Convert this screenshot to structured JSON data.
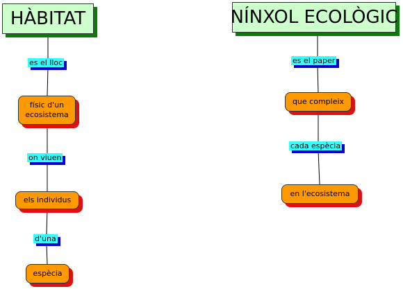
{
  "colors": {
    "concept_fill": "#ccffcc",
    "concept_shadow": "#0a7a0a",
    "node_fill": "#ff9900",
    "node_shadow": "#dd1111",
    "link_fill": "#33ffff",
    "link_shadow": "#0000cc",
    "connector": "#000000"
  },
  "maps": {
    "habitat": {
      "title": "HÀBITAT",
      "links": [
        "es el lloc",
        "on viuen",
        "d'una"
      ],
      "nodes": [
        "físic d'un ecosistema",
        "els individus",
        "espècia"
      ]
    },
    "ninxol": {
      "title": "NÍNXOL ECOLÒGIC",
      "links": [
        "es el paper",
        "cada espècia"
      ],
      "nodes": [
        "que compleix",
        "en l'ecosistema"
      ]
    }
  }
}
